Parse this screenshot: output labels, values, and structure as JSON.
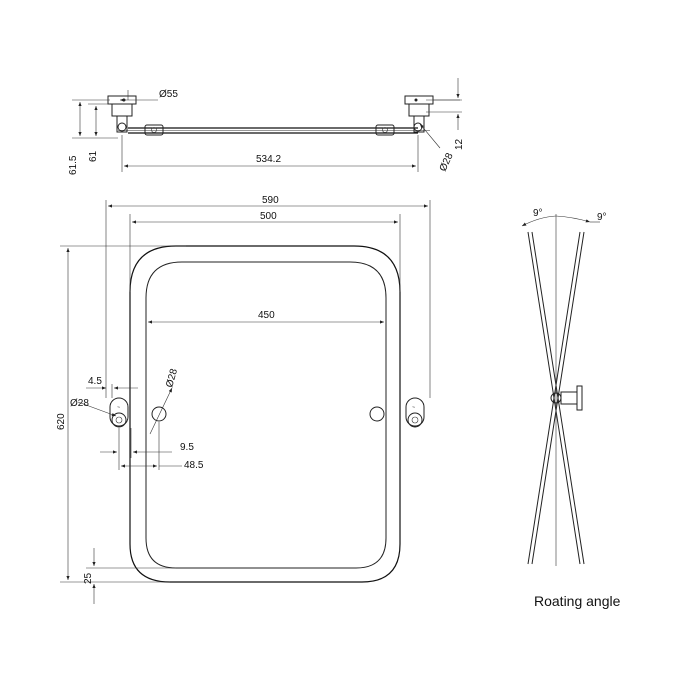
{
  "top_view": {
    "dims": {
      "d55": "Ø55",
      "d534": "534.2",
      "d615": "61.5",
      "d61": "61",
      "d12": "12",
      "d28": "Ø28"
    }
  },
  "front_view": {
    "dims": {
      "d590": "590",
      "d500": "500",
      "d450": "450",
      "d620": "620",
      "d4_5": "4.5",
      "d28_left": "Ø28",
      "d28_hole": "Ø28",
      "d9_5": "9.5",
      "d48_5": "48.5",
      "d25": "25"
    }
  },
  "side_view": {
    "angle_left": "9°",
    "angle_right": "9°",
    "caption": "Roating angle"
  }
}
